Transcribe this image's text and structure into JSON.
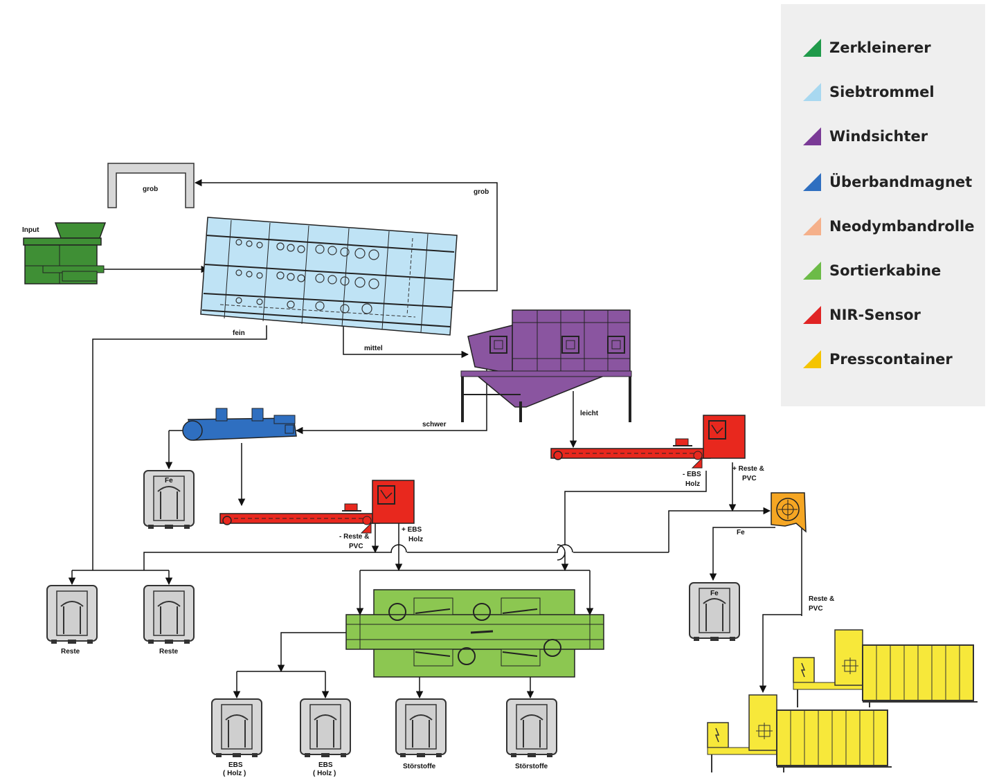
{
  "legend": {
    "items": [
      {
        "label": "Zerkleinerer",
        "color": "#1f9a4a"
      },
      {
        "label": "Siebtrommel",
        "color": "#a8d8f0"
      },
      {
        "label": "Windsichter",
        "color": "#7a3a96"
      },
      {
        "label": "Überbandmagnet",
        "color": "#2f6fc0"
      },
      {
        "label": "Neodymbandrolle",
        "color": "#f5b08a"
      },
      {
        "label": "Sortierkabine",
        "color": "#6cbb47"
      },
      {
        "label": "NIR-Sensor",
        "color": "#e02424"
      },
      {
        "label": "Presscontainer",
        "color": "#f5c400"
      }
    ]
  },
  "flow_labels": {
    "input": "Input",
    "grob_bin": "grob",
    "grob_arrow": "grob",
    "fein": "fein",
    "mittel": "mittel",
    "schwer": "schwer",
    "leicht": "leicht",
    "ebs_holz_minus_1": "- EBS",
    "ebs_holz_minus_2": "Holz",
    "reste_pvc_plus_1": "+ Reste &",
    "reste_pvc_plus_2": "PVC",
    "reste_pvc_minus_1": "- Reste &",
    "reste_pvc_minus_2": "PVC",
    "ebs_holz_plus_1": "+ EBS",
    "ebs_holz_plus_2": "Holz",
    "fe_arrow": "Fe",
    "reste_pvc_1": "Reste &",
    "reste_pvc_2": "PVC"
  },
  "containers": {
    "fe_left": "Fe",
    "fe_right": "Fe",
    "reste_1": "Reste",
    "reste_2": "Reste",
    "ebs1_line1": "EBS",
    "ebs1_line2": "( Holz )",
    "ebs2_line1": "EBS",
    "ebs2_line2": "( Holz )",
    "stoer_1": "Störstoffe",
    "stoer_2": "Störstoffe"
  },
  "colors": {
    "shredder": "#3f8f35",
    "screen": "#bfe3f5",
    "windsifter": "#8a55a0",
    "magnet": "#2f6fc0",
    "eddy": "#f5a623",
    "cabin": "#8cc751",
    "nir": "#e8281e",
    "press": "#f7e83a",
    "bin": "#d5d5d5"
  }
}
